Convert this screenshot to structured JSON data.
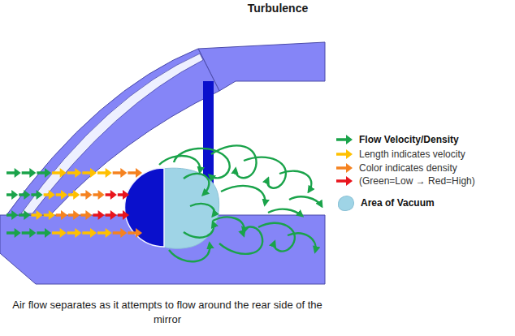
{
  "diagram": {
    "title": "Turbulence",
    "caption": "Air flow separates as it attempts to flow around the rear side of the mirror",
    "legend": [
      {
        "text": "Flow Velocity/Density"
      },
      {
        "text": "Length indicates velocity"
      },
      {
        "text": "Color indicates density"
      },
      {
        "text": "(Green=Low → Red=High)"
      },
      {
        "text": "Area of Vacuum",
        "color": "#9fd4e6"
      }
    ]
  }
}
